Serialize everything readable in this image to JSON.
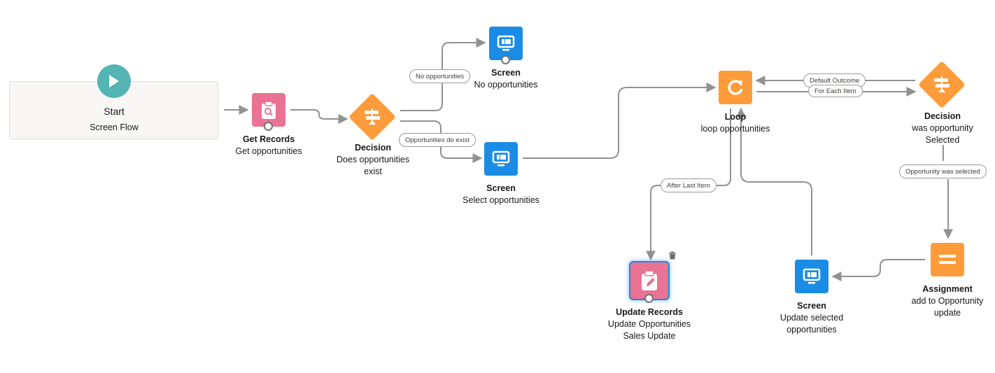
{
  "start": {
    "title": "Start",
    "subtitle": "Screen Flow",
    "icon": "play-icon"
  },
  "nodes": {
    "get_records": {
      "type": "Get Records",
      "name": "Get opportunities",
      "icon": "record-lookup-icon",
      "color": "#ea7293"
    },
    "decision1": {
      "type": "Decision",
      "name_line1": "Does opportunities",
      "name_line2": "exist",
      "icon": "signpost-icon",
      "color": "#fe9c3b"
    },
    "screen_no": {
      "type": "Screen",
      "name": "No opportunities",
      "icon": "screen-icon",
      "color": "#1b8ce5"
    },
    "screen_select": {
      "type": "Screen",
      "name": "Select opportunities",
      "icon": "screen-icon",
      "color": "#1b8ce5"
    },
    "loop": {
      "type": "Loop",
      "name": "loop opportunities",
      "icon": "loop-icon",
      "color": "#fe9c3b"
    },
    "decision2": {
      "type": "Decision",
      "name_line1": "was opportunity",
      "name_line2": "Selected",
      "icon": "signpost-icon",
      "color": "#fe9c3b"
    },
    "assignment": {
      "type": "Assignment",
      "name_line1": "add to Opportunity",
      "name_line2": "update",
      "icon": "equals-icon",
      "color": "#fe9c3b"
    },
    "screen_update": {
      "type": "Screen",
      "name_line1": "Update selected",
      "name_line2": "opportunities",
      "icon": "screen-icon",
      "color": "#1b8ce5"
    },
    "update_records": {
      "type": "Update Records",
      "name_line1": "Update Opportunities",
      "name_line2": "Sales Update",
      "icon": "record-update-icon",
      "color": "#ea7293",
      "selected": true
    }
  },
  "edge_labels": {
    "no_opps": "No opportunities",
    "opps_exist": "Opportunities do exist",
    "default_outcome": "Default Outcome",
    "for_each": "For Each Item",
    "after_last": "After Last Item",
    "was_selected": "Opportunity was selected"
  },
  "colors": {
    "edge": "#919191",
    "pink": "#ea7293",
    "blue": "#1b8ce5",
    "orange": "#fe9c3b",
    "teal": "#54b5b4"
  }
}
